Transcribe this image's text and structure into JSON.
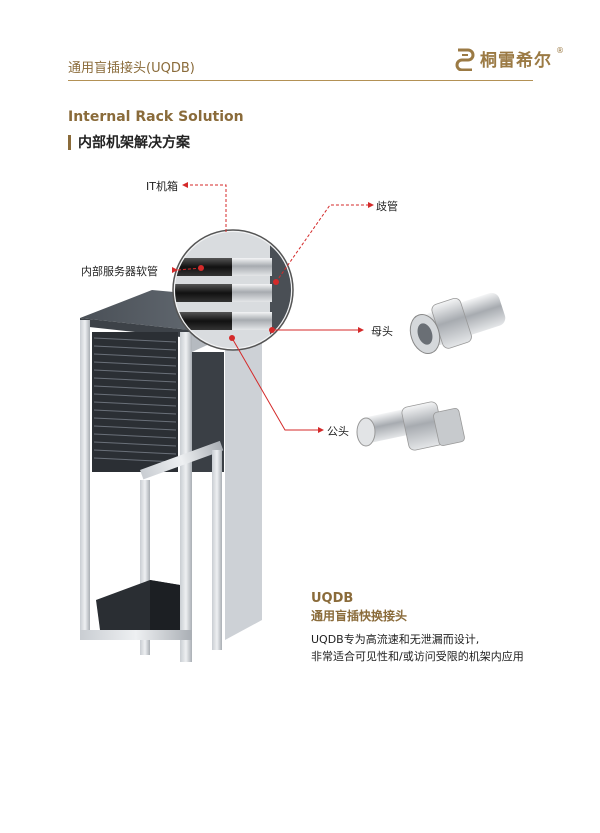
{
  "header": {
    "title": "通用盲插接头(UQDB)",
    "brand": "桐雷希尔",
    "reg": "®"
  },
  "section": {
    "title_en": "Internal Rack Solution",
    "title_zh": "内部机架解决方案"
  },
  "callouts": {
    "it_box": "IT机箱",
    "manifold": "歧管",
    "server_hose": "内部服务器软管",
    "female": "母头",
    "male": "公头"
  },
  "product": {
    "title": "UQDB",
    "subtitle": "通用盲插快换接头",
    "description_line1": "UQDB专为高流速和无泄漏而设计,",
    "description_line2": "非常适合可见性和/或访问受限的机架内应用"
  },
  "colors": {
    "accent": "#8a6b3a",
    "callout_red": "#d42a2a"
  }
}
